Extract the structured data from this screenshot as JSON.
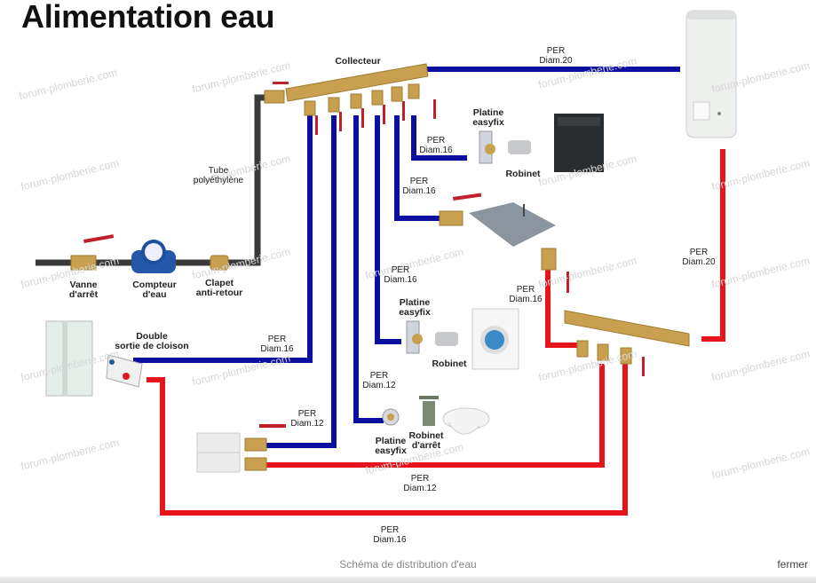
{
  "title": "Alimentation eau",
  "colors": {
    "cold_pipe": "#0a0fa0",
    "hot_pipe": "#e8141c",
    "supply_pipe": "#3a3a3a",
    "brass": "#c9a050",
    "valve_handle": "#c0202a"
  },
  "labels": {
    "collecteur": "Collecteur",
    "tube_poly_1": "Tube",
    "tube_poly_2": "polyéthylène",
    "vanne_1": "Vanne",
    "vanne_2": "d'arrêt",
    "compteur_1": "Compteur",
    "compteur_2": "d'eau",
    "clapet_1": "Clapet",
    "clapet_2": "anti-retour",
    "double_1": "Double",
    "double_2": "sortie de cloison",
    "platine1_1": "Platine",
    "platine1_2": "easyfix",
    "robinet1": "Robinet",
    "platine2_1": "Platine",
    "platine2_2": "easyfix",
    "robinet2": "Robinet",
    "platine3_1": "Platine",
    "platine3_2": "easyfix",
    "robinet_arret_1": "Robinet",
    "robinet_arret_2": "d'arrêt"
  },
  "pipe_labels": [
    {
      "id": "cold-main-to-heater",
      "l1": "PER",
      "l2": "Diam.20"
    },
    {
      "id": "cold-dishwasher",
      "l1": "PER",
      "l2": "Diam.16"
    },
    {
      "id": "cold-sink",
      "l1": "PER",
      "l2": "Diam.16"
    },
    {
      "id": "cold-washer",
      "l1": "PER",
      "l2": "Diam.16"
    },
    {
      "id": "cold-shower",
      "l1": "PER",
      "l2": "Diam.16"
    },
    {
      "id": "cold-wc",
      "l1": "PER",
      "l2": "Diam.12"
    },
    {
      "id": "cold-basin",
      "l1": "PER",
      "l2": "Diam.12"
    },
    {
      "id": "hot-sink",
      "l1": "PER",
      "l2": "Diam.16"
    },
    {
      "id": "hot-heater-to-collector",
      "l1": "PER",
      "l2": "Diam.20"
    },
    {
      "id": "hot-basin",
      "l1": "PER",
      "l2": "Diam.12"
    },
    {
      "id": "hot-shower",
      "l1": "PER",
      "l2": "Diam.16"
    }
  ],
  "watermark": "forum-plomberie.com",
  "caption": "Schéma de distribution d'eau",
  "close_label": "fermer"
}
